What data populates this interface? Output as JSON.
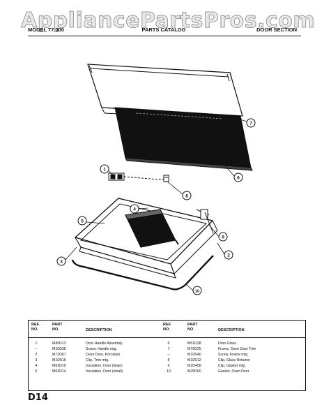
{
  "watermark": "AppliancePartsPros.com",
  "header": {
    "model": "MODEL 77",
    "model_suffix": "000",
    "catalog": "PARTS CATALOG",
    "section": "DOOR SECTION"
  },
  "callouts": [
    "7",
    "6",
    "1",
    "8",
    "4",
    "5",
    "9",
    "2",
    "3",
    "10"
  ],
  "table": {
    "headers": {
      "ref": "REF.",
      "no": "NO.",
      "part": "PART",
      "part_no": "NO.",
      "description": "DESCRIPTION"
    },
    "left_rows": [
      {
        "ref": "1",
        "part": "M49D13",
        "desc": "Door Handle Assembly"
      },
      {
        "ref": "–",
        "part": "M1D535",
        "desc": "Screw, Handle mtg."
      },
      {
        "ref": "2",
        "part": "M72D67",
        "desc": "Oven Door, Porcelain"
      },
      {
        "ref": "3",
        "part": "M1D516",
        "desc": "Clip, Trim mtg."
      },
      {
        "ref": "4",
        "part": "M63D10",
        "desc": "Insulation, Door (large)"
      },
      {
        "ref": "5",
        "part": "M63D14",
        "desc": "Insulation, Door (small)"
      }
    ],
    "right_rows": [
      {
        "ref": "6",
        "part": "M51D38",
        "desc": "Door Glass"
      },
      {
        "ref": "7",
        "part": "M76D25",
        "desc": "Frame, Oven Door Trim"
      },
      {
        "ref": "–",
        "part": "M1D540",
        "desc": "Screw, Frame mtg."
      },
      {
        "ref": "8",
        "part": "M1D512",
        "desc": "Clip, Glass Retainer"
      },
      {
        "ref": "9",
        "part": "M2D458",
        "desc": "Clip, Gasket mtg."
      },
      {
        "ref": "10",
        "part": "M25D60",
        "desc": "Gasket, Oven Door"
      }
    ]
  },
  "page_code": "D14",
  "colors": {
    "ink": "#111111",
    "watermark_fill": "#e9e9e9"
  }
}
